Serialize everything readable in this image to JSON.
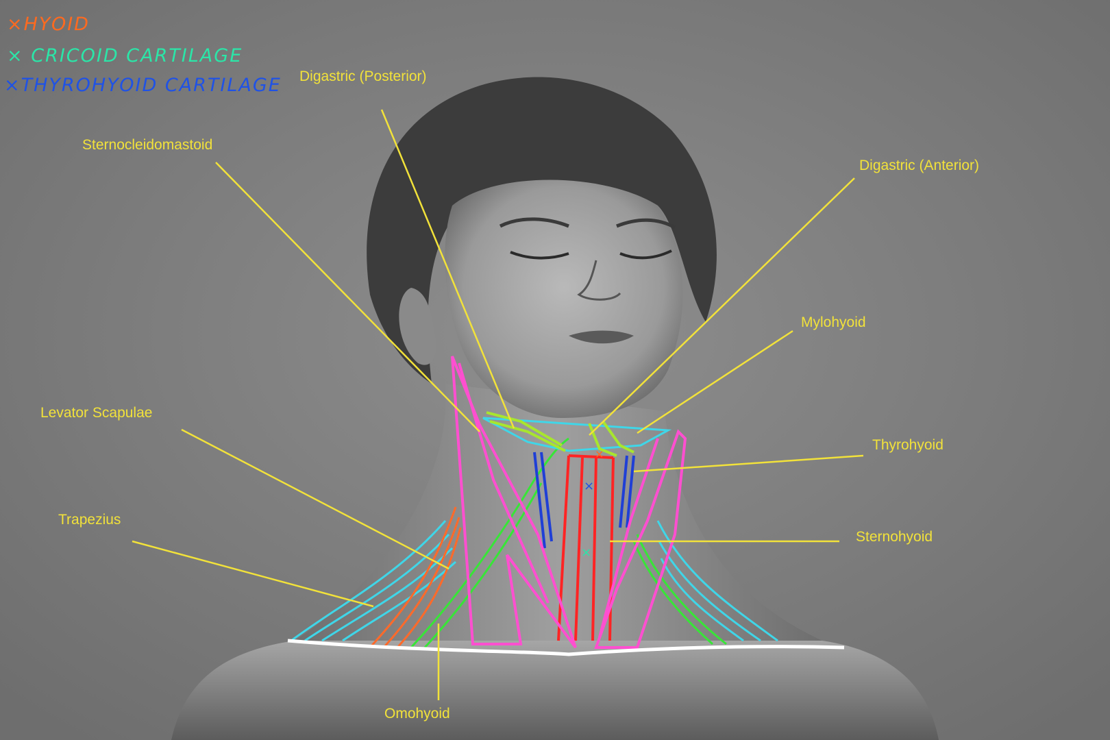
{
  "legend": [
    {
      "text": "×HYOID",
      "color": "#ff6a1f"
    },
    {
      "text": "× CRICOID CARTILAGE",
      "color": "#2be6a8"
    },
    {
      "text": "×THYROHYOID CARTILAGE",
      "color": "#1f52e6"
    }
  ],
  "labels": {
    "digastric_posterior": "Digastric (Posterior)",
    "sternocleidomastoid": "Sternocleidomastoid",
    "digastric_anterior": "Digastric (Anterior)",
    "mylohyoid": "Mylohyoid",
    "levator_scapulae": "Levator Scapulae",
    "thyrohyoid": "Thyrohyoid",
    "trapezius": "Trapezius",
    "sternohyoid": "Sternohyoid",
    "omohyoid": "Omohyoid"
  },
  "colors": {
    "label": "#f2e23a",
    "leader": "#f2e23a",
    "sternocleidomastoid": "#ff4fd0",
    "sternohyoid": "#ff2424",
    "trapezius": "#3fd6e8",
    "omohyoid": "#37e637",
    "levator_scapulae": "#ff6a2a",
    "digastric": "#a8e62e",
    "thyrohyoid_blue": "#1f3fd6",
    "clavicle": "#ffffff"
  }
}
